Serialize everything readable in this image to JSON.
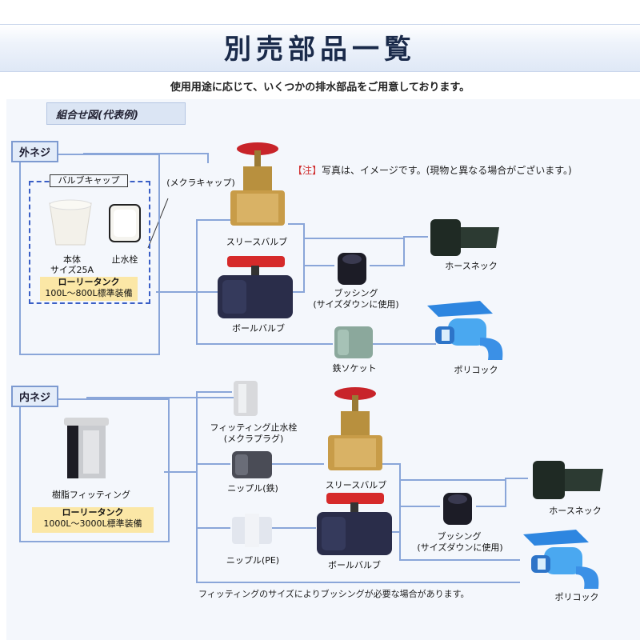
{
  "title": "別売部品一覧",
  "subtitle": "使用用途に応じて、いくつかの排水部品をご用意しております。",
  "panel_label": "組合せ図(代表例)",
  "note_tag": "【注】",
  "note_text": "写真は、イメージです。(現物と異なる場合がございます。)",
  "outer": {
    "label": "外ネジ",
    "valve_cap": "バルブキャップ",
    "mekura_cap": "(メクラキャップ)",
    "body_label": "本体",
    "size_label": "サイズ25A",
    "stop_plug": "止水栓",
    "tank_line1": "ローリータンク",
    "tank_line2": "100L～800L標準装備",
    "sleeve_valve": "スリースバルブ",
    "ball_valve": "ボールバルブ",
    "bushing": "ブッシング",
    "bushing_note": "(サイズダウンに使用)",
    "hose_neck": "ホースネック",
    "poly_cock": "ポリコック",
    "iron_socket": "鉄ソケット"
  },
  "inner": {
    "label": "内ネジ",
    "resin_fitting": "樹脂フィッティング",
    "tank_line1": "ローリータンク",
    "tank_line2": "1000L～3000L標準装備",
    "fitting_plug": "フィッティング止水栓",
    "fitting_plug_sub": "(メクラプラグ)",
    "nipple_iron": "ニップル(鉄)",
    "nipple_pe": "ニップル(PE)",
    "sleeve_valve": "スリースバルブ",
    "ball_valve": "ボールバルブ",
    "bushing": "ブッシング",
    "bushing_note": "(サイズダウンに使用)",
    "hose_neck": "ホースネック",
    "poly_cock": "ポリコック"
  },
  "footer_note": "フィッティングのサイズによりブッシングが必要な場合があります。"
}
